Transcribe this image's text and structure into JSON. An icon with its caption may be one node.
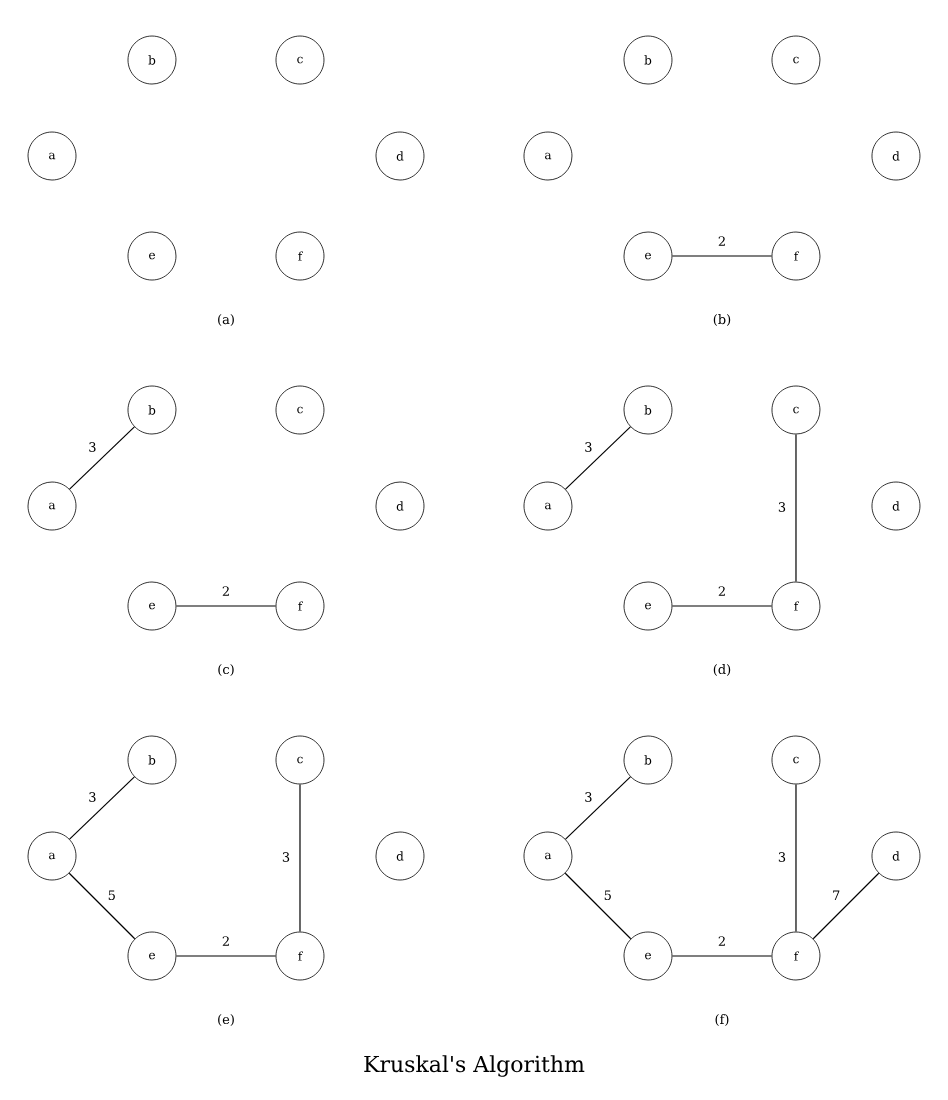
{
  "diagram": {
    "caption": "Kruskal's Algorithm",
    "nodes": [
      {
        "text": [
          "a"
        ]
      },
      {
        "text": [
          "b"
        ]
      },
      {
        "text": [
          "c"
        ]
      },
      {
        "text": [
          "d"
        ]
      },
      {
        "text": [
          "e"
        ]
      },
      {
        "text": [
          "f"
        ]
      },
      {
        "text": [
          "a"
        ]
      },
      {
        "text": [
          "b"
        ]
      },
      {
        "text": [
          "c"
        ]
      },
      {
        "text": [
          "d"
        ]
      },
      {
        "text": [
          "e"
        ]
      },
      {
        "text": [
          "f"
        ]
      },
      {
        "text": [
          "a"
        ]
      },
      {
        "text": [
          "b"
        ]
      },
      {
        "text": [
          "c"
        ]
      },
      {
        "text": [
          "d"
        ]
      },
      {
        "text": [
          "e"
        ]
      },
      {
        "text": [
          "f"
        ]
      },
      {
        "text": [
          "a"
        ]
      },
      {
        "text": [
          "b"
        ]
      },
      {
        "text": [
          "c"
        ]
      },
      {
        "text": [
          "d"
        ]
      },
      {
        "text": [
          "e"
        ]
      },
      {
        "text": [
          "f"
        ]
      },
      {
        "text": [
          "a"
        ]
      },
      {
        "text": [
          "b"
        ]
      },
      {
        "text": [
          "c"
        ]
      },
      {
        "text": [
          "d"
        ]
      },
      {
        "text": [
          "e"
        ]
      },
      {
        "text": [
          "f"
        ]
      },
      {
        "text": [
          "a"
        ]
      },
      {
        "text": [
          "b"
        ]
      },
      {
        "text": [
          "c"
        ]
      },
      {
        "text": [
          "d"
        ]
      },
      {
        "text": [
          "e"
        ]
      },
      {
        "text": [
          "f"
        ]
      }
    ],
    "edges": [
      {
        "from": 10,
        "to": 11,
        "arrow": "none",
        "label": "2"
      },
      {
        "from": 12,
        "to": 13,
        "arrow": "none",
        "label": "3"
      },
      {
        "from": 16,
        "to": 17,
        "arrow": "none",
        "label": "2"
      },
      {
        "from": 18,
        "to": 19,
        "arrow": "none",
        "label": "3"
      },
      {
        "from": 20,
        "to": 23,
        "arrow": "none",
        "label": "3"
      },
      {
        "from": 22,
        "to": 23,
        "arrow": "none",
        "label": "2"
      },
      {
        "from": 24,
        "to": 25,
        "arrow": "none",
        "label": "3"
      },
      {
        "from": 24,
        "to": 28,
        "arrow": "none",
        "label": "5"
      },
      {
        "from": 26,
        "to": 29,
        "arrow": "none",
        "label": "3"
      },
      {
        "from": 28,
        "to": 29,
        "arrow": "none",
        "label": "2"
      },
      {
        "from": 30,
        "to": 31,
        "arrow": "none",
        "label": "3"
      },
      {
        "from": 30,
        "to": 34,
        "arrow": "none",
        "label": "5"
      },
      {
        "from": 32,
        "to": 35,
        "arrow": "none",
        "label": "3"
      },
      {
        "from": 34,
        "to": 35,
        "arrow": "none",
        "label": "2"
      },
      {
        "from": 35,
        "to": 33,
        "arrow": "none",
        "label": "7"
      }
    ],
    "labels": [
      "(a)",
      "(b)",
      "(c)",
      "(d)",
      "(e)",
      "(f)"
    ]
  }
}
